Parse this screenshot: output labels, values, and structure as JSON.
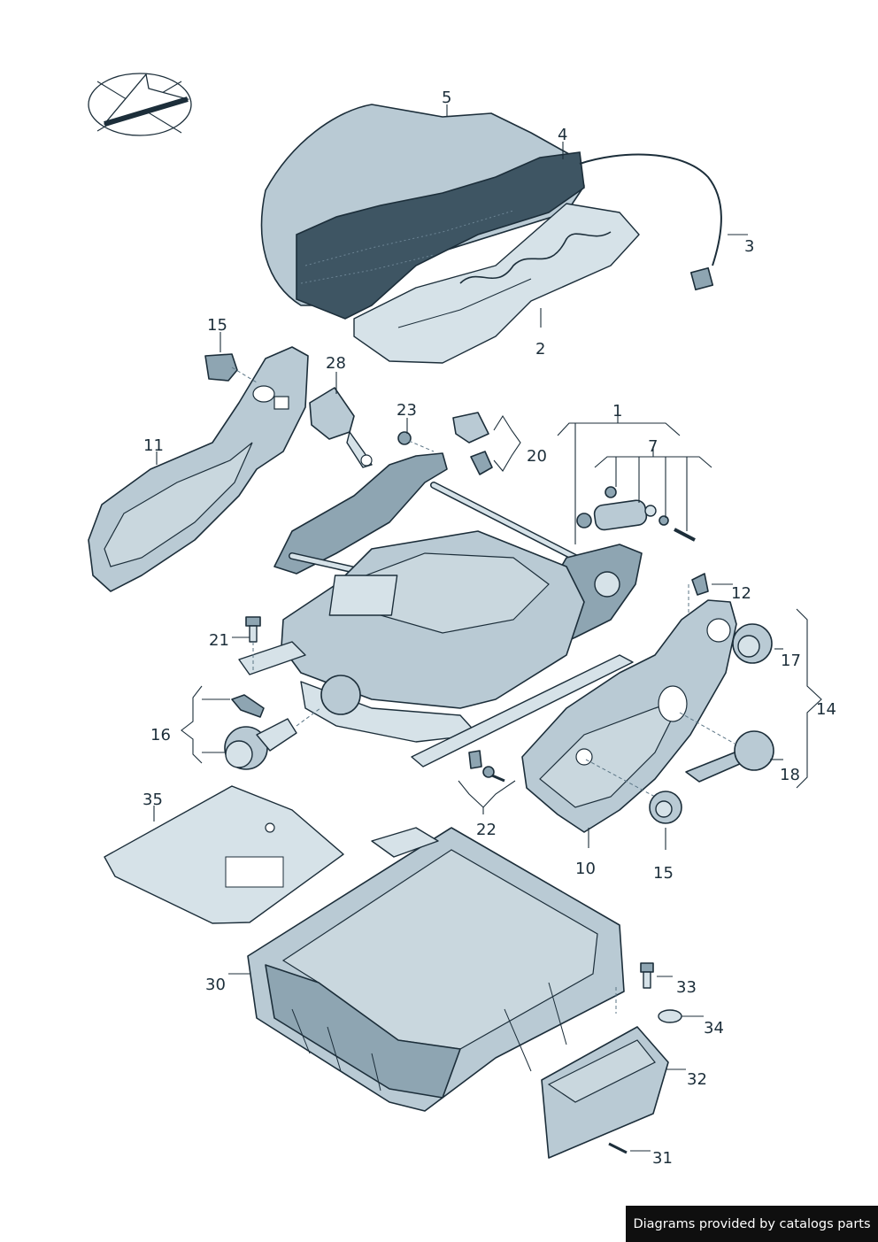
{
  "callouts": {
    "c1": "1",
    "c2": "2",
    "c3": "3",
    "c4": "4",
    "c5": "5",
    "c7": "7",
    "c10": "10",
    "c11": "11",
    "c12": "12",
    "c14": "14",
    "c15a": "15",
    "c15b": "15",
    "c16": "16",
    "c17": "17",
    "c18": "18",
    "c20": "20",
    "c21": "21",
    "c22": "22",
    "c23": "23",
    "c28": "28",
    "c30": "30",
    "c31": "31",
    "c32": "32",
    "c33": "33",
    "c34": "34",
    "c35": "35"
  },
  "footer": {
    "text": "Diagrams provided by catalogs parts"
  },
  "colors": {
    "part_fill": "#b9cad4",
    "outline": "#1c2e3a",
    "foam": "#3e5563",
    "banner": "#0f0f0f"
  },
  "icons": {
    "orientation": "direction-arrow-icon"
  }
}
